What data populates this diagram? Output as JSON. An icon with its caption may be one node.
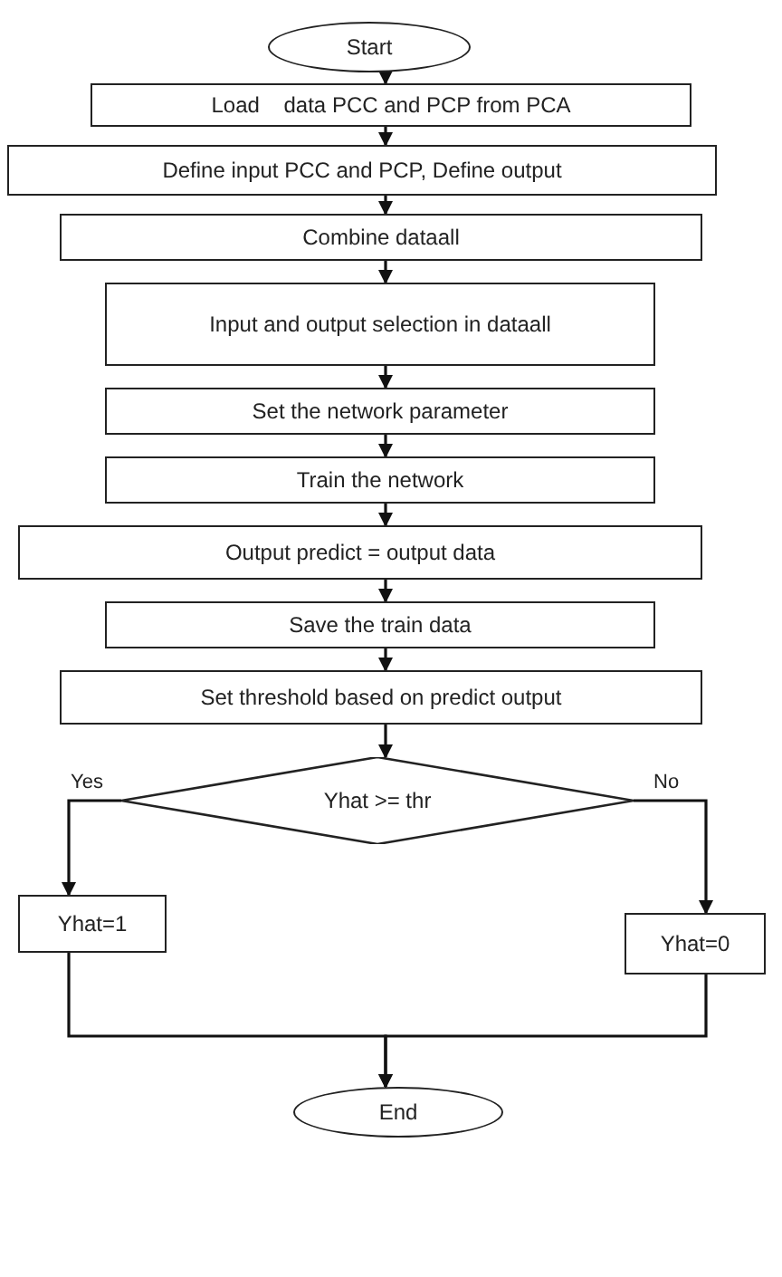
{
  "diagram": {
    "nodes": [
      {
        "text": [
          "Start"
        ]
      },
      {
        "text": [
          "Load    data PCC and PCP from PCA"
        ]
      },
      {
        "text": [
          "Define input PCC and PCP, Define output"
        ]
      },
      {
        "text": [
          "Combine dataall"
        ]
      },
      {
        "text": [
          "Input and output selection in dataall"
        ]
      },
      {
        "text": [
          "Set the network parameter"
        ]
      },
      {
        "text": [
          "Train the network"
        ]
      },
      {
        "text": [
          "Output predict = output data"
        ]
      },
      {
        "text": [
          "Save the train data"
        ]
      },
      {
        "text": [
          "Set threshold based on predict output"
        ]
      },
      {
        "text": [
          "Yhat >= thr"
        ]
      },
      {
        "text": [
          "Yhat=1"
        ]
      },
      {
        "text": [
          "Yhat=0"
        ]
      },
      {
        "text": [
          "End"
        ]
      }
    ],
    "edges": [
      {
        "from": 0,
        "to": 1,
        "arrow": "to"
      },
      {
        "from": 1,
        "to": 2,
        "arrow": "to"
      },
      {
        "from": 2,
        "to": 3,
        "arrow": "to"
      },
      {
        "from": 3,
        "to": 4,
        "arrow": "to"
      },
      {
        "from": 4,
        "to": 5,
        "arrow": "to"
      },
      {
        "from": 5,
        "to": 6,
        "arrow": "to"
      },
      {
        "from": 6,
        "to": 7,
        "arrow": "to"
      },
      {
        "from": 7,
        "to": 8,
        "arrow": "to"
      },
      {
        "from": 8,
        "to": 9,
        "arrow": "to"
      },
      {
        "from": 9,
        "to": 10,
        "arrow": "to"
      },
      {
        "from": 10,
        "to": 11,
        "arrow": "to",
        "label": "Yes"
      },
      {
        "from": 10,
        "to": 12,
        "arrow": "to",
        "label": "No"
      },
      {
        "from": 11,
        "to": 13,
        "arrow": "to"
      },
      {
        "from": 12,
        "to": 13,
        "arrow": "to"
      }
    ]
  }
}
